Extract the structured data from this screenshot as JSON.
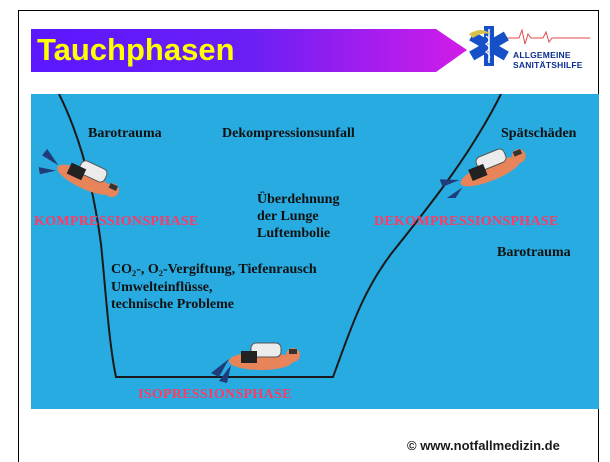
{
  "title": "Tauchphasen",
  "logo": {
    "line1": "ALLGEMEINE",
    "line2": "SANITÄTSHILFE",
    "icon": "star-of-life-icon"
  },
  "labels": {
    "barotrauma_top": "Barotrauma",
    "dekompressionsunfall": "Dekompressionsunfall",
    "spaetschaeden": "Spätschäden",
    "ueberdehnung": [
      "Überdehnung",
      "der Lunge",
      "Luftembolie"
    ],
    "barotrauma_right": "Barotrauma",
    "gases_line": "CO₂-, O₂-Vergiftung, Tiefenrausch",
    "umwelt": "Umwelteinflüsse,",
    "technik": "technische Probleme"
  },
  "phases": {
    "kompression": "KOMPRESSIONSPHASE",
    "dekompression": "DEKOMPRESSIONSPHASE",
    "isopression": "ISOPRESSIONSPHASE"
  },
  "copyright": "© www.notfallmedizin.de",
  "colors": {
    "title_bg": "#5b17ff",
    "title_text": "#ffff00",
    "scene_bg": "#27abe0",
    "phase_text": "#ff3a64",
    "curve": "#1a1a1a"
  }
}
